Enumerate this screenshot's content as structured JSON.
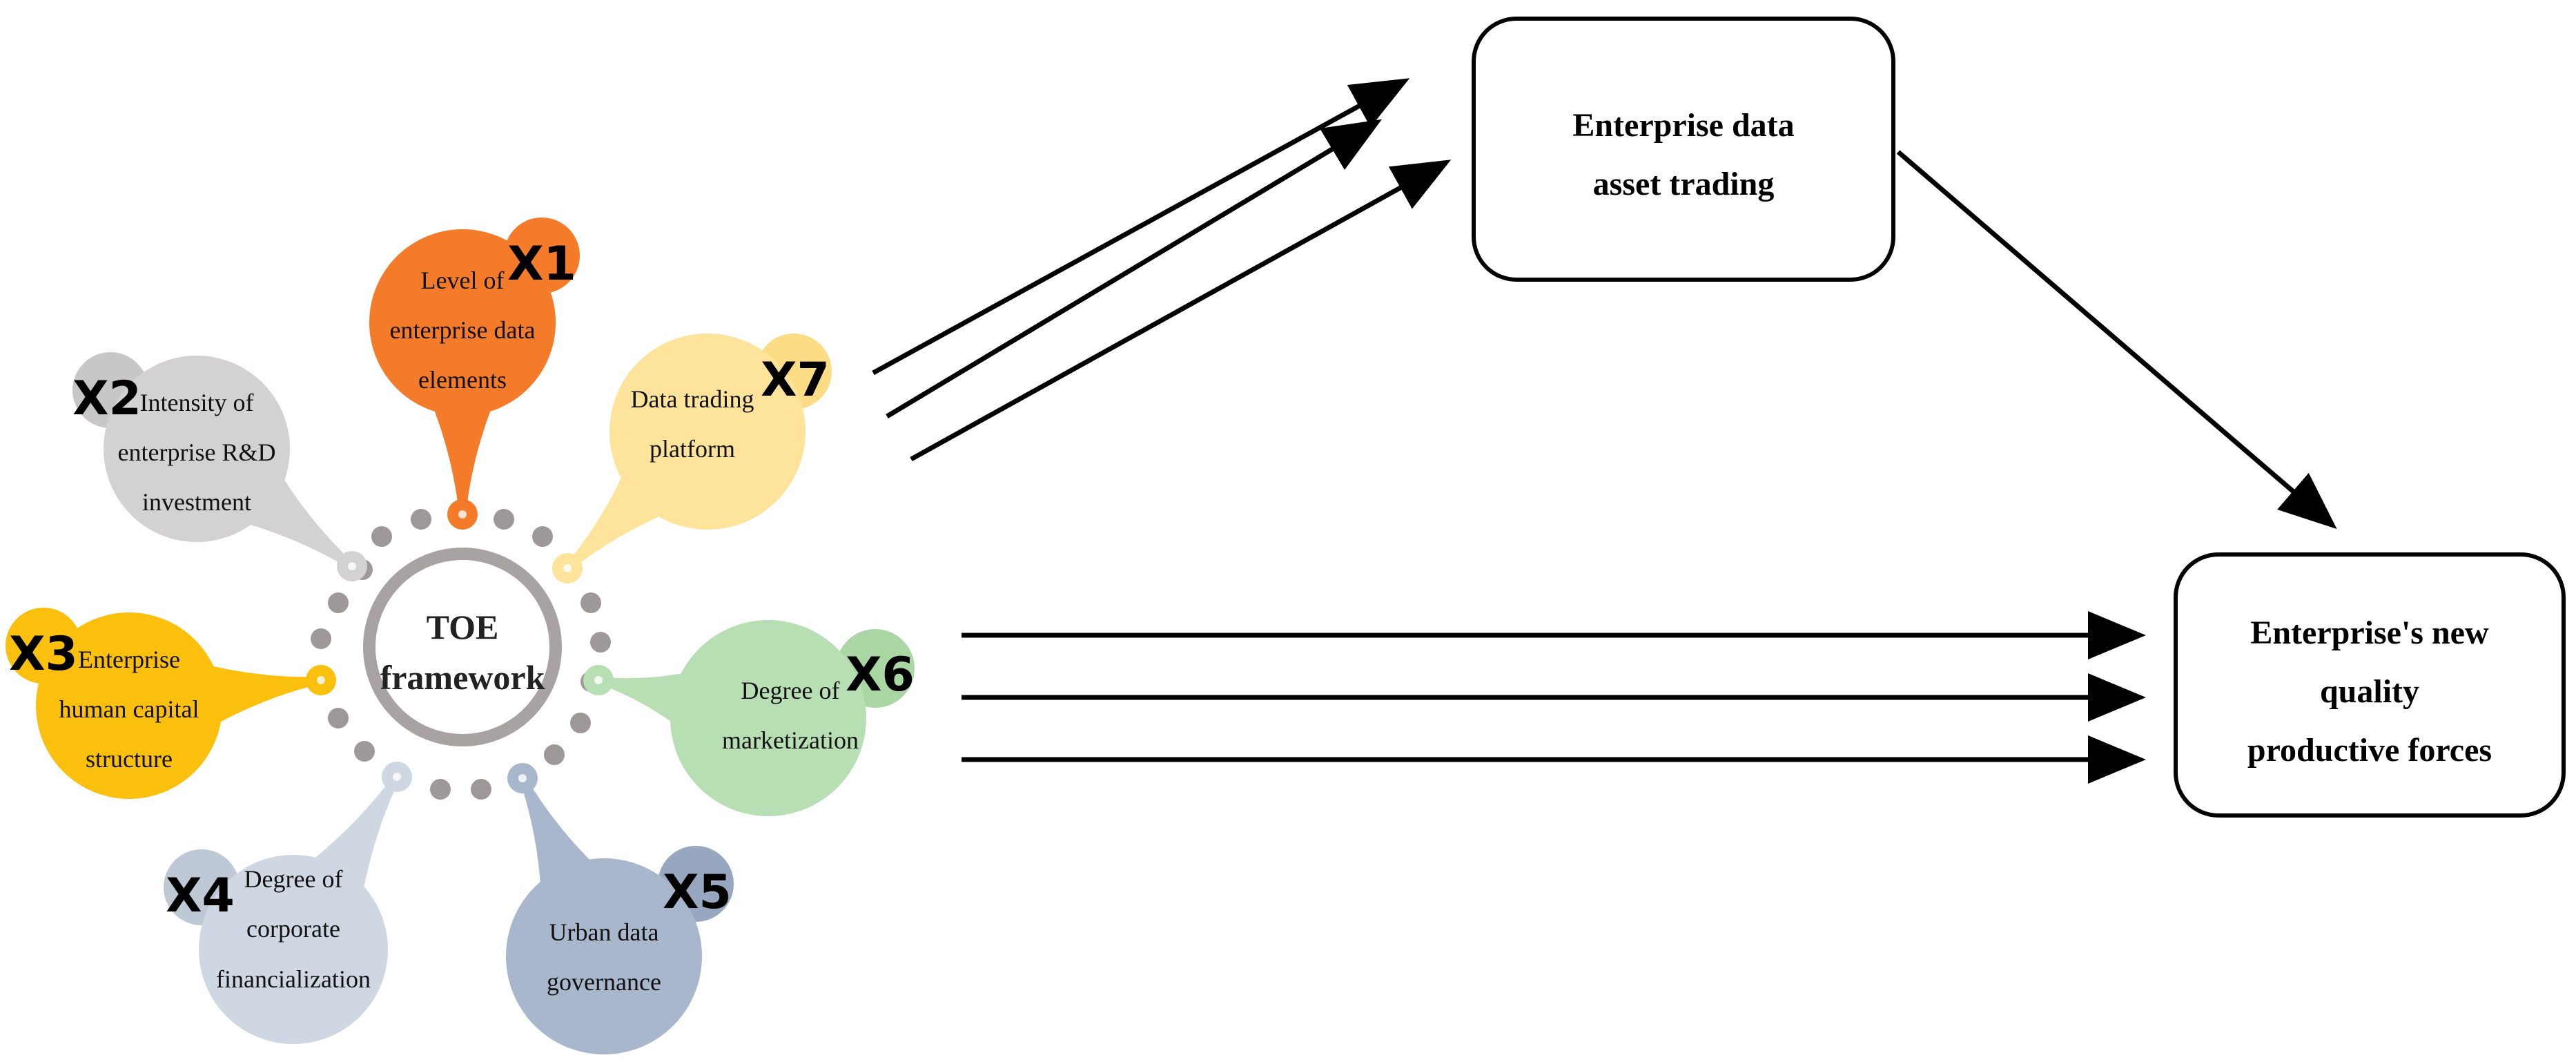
{
  "center": {
    "line1": "TOE",
    "line2": "framework"
  },
  "factors": [
    {
      "id": "X1",
      "lines": [
        "Level of",
        "enterprise data",
        "elements"
      ],
      "color": "#F47B2A",
      "badge_color": "#F47B2A"
    },
    {
      "id": "X2",
      "lines": [
        "Intensity of",
        "enterprise R&D",
        "investment"
      ],
      "color": "#D4D1D3",
      "badge_color": "#C9C6C8"
    },
    {
      "id": "X3",
      "lines": [
        "Enterprise",
        "human capital",
        "structure"
      ],
      "color": "#FBBF0E",
      "badge_color": "#FBBF0E"
    },
    {
      "id": "X4",
      "lines": [
        "Degree of",
        "corporate",
        "financialization"
      ],
      "color": "#CFD7E2",
      "badge_color": "#BFC9D6"
    },
    {
      "id": "X5",
      "lines": [
        "Urban data",
        "governance"
      ],
      "color": "#A9B7CC",
      "badge_color": "#97A7BF"
    },
    {
      "id": "X6",
      "lines": [
        "Degree of",
        "marketization"
      ],
      "color": "#B8DFB3",
      "badge_color": "#A9D6A3"
    },
    {
      "id": "X7",
      "lines": [
        "Data trading",
        "platform"
      ],
      "color": "#FDE49A",
      "badge_color": "#FCDD86"
    }
  ],
  "mediator": {
    "lines": [
      "Enterprise data",
      "asset trading"
    ]
  },
  "outcome": {
    "lines": [
      "Enterprise's new",
      "quality",
      "productive forces"
    ]
  },
  "colors": {
    "dot": "#9E9899",
    "ring": "#A8A2A3",
    "arrow": "#000000"
  }
}
